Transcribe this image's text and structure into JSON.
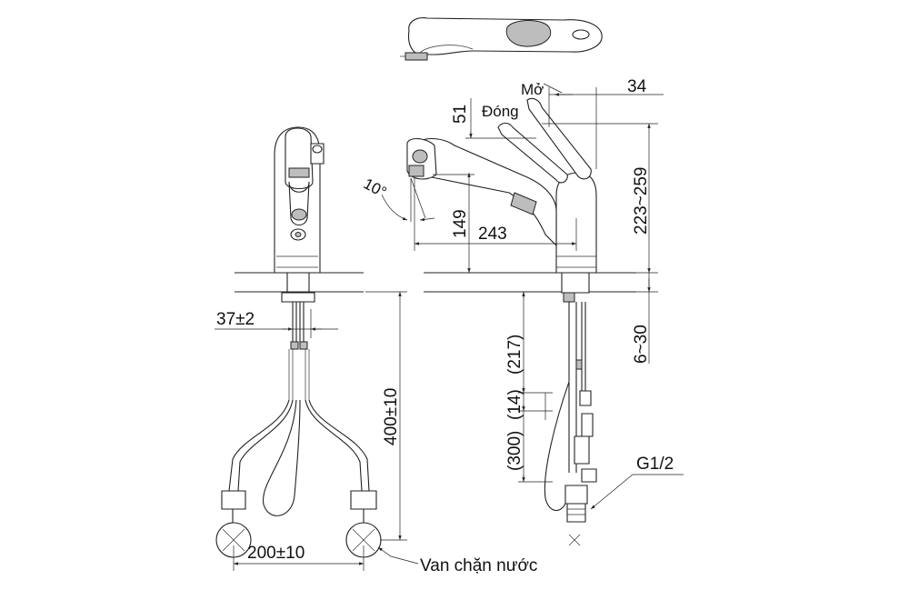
{
  "labels": {
    "open": "Mở",
    "close": "Đóng",
    "angle": "10°",
    "dim_34": "34",
    "dim_51": "51",
    "dim_223_259": "223~259",
    "dim_149": "149",
    "dim_243": "243",
    "dim_6_30": "6~30",
    "dim_217": "(217)",
    "dim_14": "(14)",
    "dim_300": "(300)",
    "dim_37": "37±2",
    "dim_400": "400±10",
    "dim_200": "200±10",
    "thread": "G1/2",
    "valve": "Van chặn nước"
  }
}
